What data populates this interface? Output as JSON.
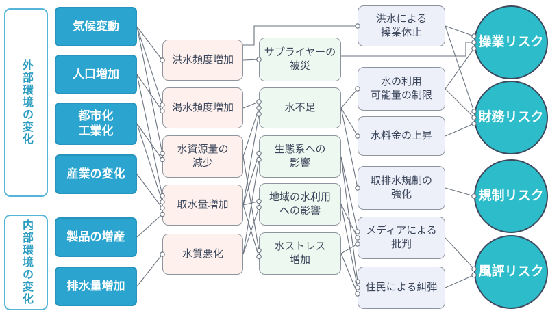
{
  "diagram": {
    "groups": {
      "external": {
        "label": "外部環境の変化"
      },
      "internal": {
        "label": "内部環境の変化"
      }
    },
    "nodes": {
      "climate": {
        "label": "気候変動"
      },
      "population": {
        "label": "人口増加"
      },
      "urbanization": {
        "label": "都市化\n工業化"
      },
      "industry": {
        "label": "産業の変化"
      },
      "production": {
        "label": "製品の増産"
      },
      "wastewater": {
        "label": "排水量増加"
      },
      "flood_freq": {
        "label": "洪水頻度増加"
      },
      "drought_freq": {
        "label": "渇水頻度増加"
      },
      "resource_decline": {
        "label": "水資源量の\n減少"
      },
      "intake_increase": {
        "label": "取水量増加"
      },
      "quality_degradation": {
        "label": "水質悪化"
      },
      "supplier_damage": {
        "label": "サプライヤーの\n被災"
      },
      "water_shortage": {
        "label": "水不足"
      },
      "ecosystem_impact": {
        "label": "生態系への\n影響"
      },
      "local_use_impact": {
        "label": "地域の水利用\nへの影響"
      },
      "water_stress": {
        "label": "水ストレス\n増加"
      },
      "flood_shutdown": {
        "label": "洪水による\n操業休止"
      },
      "availability_limit": {
        "label": "水の利用\n可能量の制限"
      },
      "fee_rise": {
        "label": "水料金の上昇"
      },
      "regulation_strengthen": {
        "label": "取排水規制の\n強化"
      },
      "media_criticism": {
        "label": "メディアによる\n批判"
      },
      "resident_denunciation": {
        "label": "住民による糾弾"
      },
      "operational_risk": {
        "label": "操業リスク"
      },
      "financial_risk": {
        "label": "財務リスク"
      },
      "regulatory_risk": {
        "label": "規制リスク"
      },
      "reputational_risk": {
        "label": "風評リスク"
      }
    },
    "edges": [
      {
        "from": "climate",
        "to": "flood_freq"
      },
      {
        "from": "climate",
        "to": "drought_freq"
      },
      {
        "from": "climate",
        "to": "resource_decline"
      },
      {
        "from": "population",
        "to": "drought_freq"
      },
      {
        "from": "population",
        "to": "intake_increase"
      },
      {
        "from": "urbanization",
        "to": "resource_decline"
      },
      {
        "from": "urbanization",
        "to": "intake_increase"
      },
      {
        "from": "industry",
        "to": "intake_increase"
      },
      {
        "from": "production",
        "to": "intake_increase"
      },
      {
        "from": "wastewater",
        "to": "quality_degradation"
      },
      {
        "from": "flood_freq",
        "to": "supplier_damage"
      },
      {
        "from": "flood_freq",
        "to": "flood_shutdown",
        "type": "elbow-top"
      },
      {
        "from": "drought_freq",
        "to": "water_shortage"
      },
      {
        "from": "resource_decline",
        "to": "water_shortage"
      },
      {
        "from": "resource_decline",
        "to": "water_stress"
      },
      {
        "from": "intake_increase",
        "to": "water_shortage"
      },
      {
        "from": "intake_increase",
        "to": "ecosystem_impact"
      },
      {
        "from": "intake_increase",
        "to": "local_use_impact"
      },
      {
        "from": "intake_increase",
        "to": "water_stress"
      },
      {
        "from": "quality_degradation",
        "to": "ecosystem_impact"
      },
      {
        "from": "quality_degradation",
        "to": "local_use_impact"
      },
      {
        "from": "supplier_damage",
        "to": "operational_risk",
        "type": "elbow-side"
      },
      {
        "from": "water_shortage",
        "to": "availability_limit"
      },
      {
        "from": "water_shortage",
        "to": "fee_rise"
      },
      {
        "from": "water_shortage",
        "to": "regulation_strengthen"
      },
      {
        "from": "ecosystem_impact",
        "to": "media_criticism"
      },
      {
        "from": "ecosystem_impact",
        "to": "resident_denunciation"
      },
      {
        "from": "local_use_impact",
        "to": "media_criticism"
      },
      {
        "from": "local_use_impact",
        "to": "resident_denunciation"
      },
      {
        "from": "water_stress",
        "to": "media_criticism"
      },
      {
        "from": "water_stress",
        "to": "resident_denunciation"
      },
      {
        "from": "flood_shutdown",
        "to": "operational_risk"
      },
      {
        "from": "flood_shutdown",
        "to": "financial_risk"
      },
      {
        "from": "availability_limit",
        "to": "operational_risk"
      },
      {
        "from": "availability_limit",
        "to": "financial_risk"
      },
      {
        "from": "fee_rise",
        "to": "financial_risk"
      },
      {
        "from": "regulation_strengthen",
        "to": "regulatory_risk"
      },
      {
        "from": "media_criticism",
        "to": "reputational_risk"
      },
      {
        "from": "resident_denunciation",
        "to": "reputational_risk"
      }
    ],
    "colors": {
      "driver_fill": "#2ba5cf",
      "driver_border": "#2694bd",
      "hazard_fill": "#fdf0ed",
      "impact_fill": "#edf8f0",
      "consequence_fill": "#edeff9",
      "box_border": "#8d949e",
      "risk_fill": "#2dbcca",
      "risk_border": "#3d4a5e",
      "line": "#6a737f",
      "group_border": "#56b4d8",
      "group_text": "#2a9cc0",
      "text": "#3a4559"
    }
  }
}
